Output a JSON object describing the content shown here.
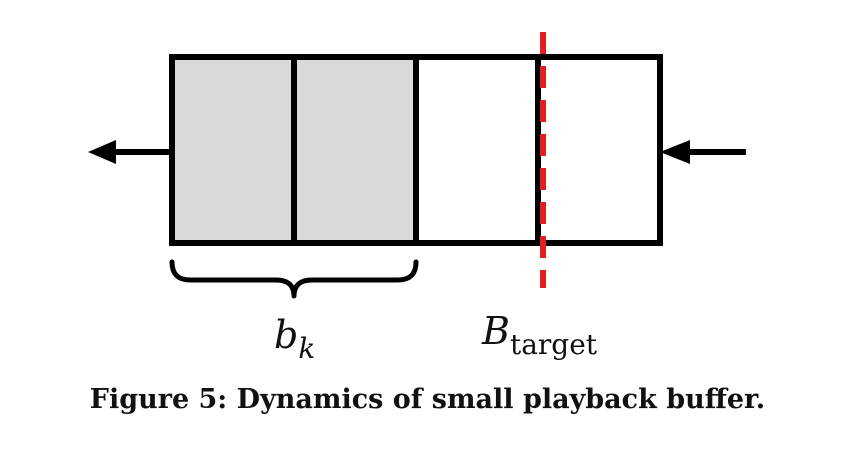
{
  "diagram": {
    "buffer": {
      "slots": [
        {
          "filled": true
        },
        {
          "filled": true
        },
        {
          "filled": false
        },
        {
          "filled": false
        }
      ],
      "fill_color": "#d9d9d9",
      "border_color": "#000000",
      "threshold_color": "#e02020"
    },
    "labels": {
      "occupancy": {
        "var": "b",
        "sub": "k"
      },
      "target": {
        "var": "B",
        "sub": "target"
      }
    },
    "caption": "Figure 5: Dynamics of small playback buffer."
  }
}
